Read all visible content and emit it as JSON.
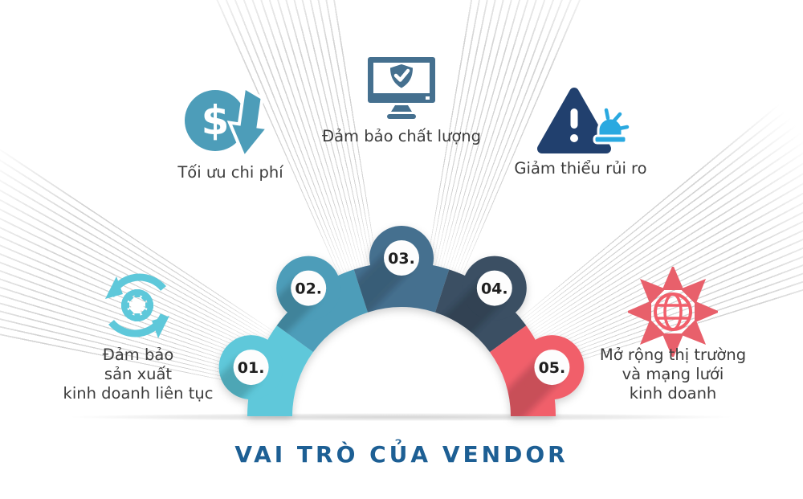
{
  "title": {
    "text": "VAI TRÒ CỦA VENDOR",
    "color": "#1d5f94"
  },
  "diagram": {
    "type": "semicircle-process",
    "steps_count": 5
  },
  "segments": [
    {
      "number": "01.",
      "color": "#5ec8da",
      "label_lines": [
        "Đảm bảo",
        "sản xuất",
        "kinh doanh liên tục"
      ],
      "icon": "production-cycle-icon"
    },
    {
      "number": "02.",
      "color": "#4d9db9",
      "label_lines": [
        "Tối ưu chi phí"
      ],
      "icon": "cost-optimization-icon"
    },
    {
      "number": "03.",
      "color": "#45708f",
      "label_lines": [
        "Đảm bảo chất lượng"
      ],
      "icon": "quality-monitor-shield-icon"
    },
    {
      "number": "04.",
      "color": "#3a4f63",
      "label_lines": [
        "Giảm thiểu rủi ro"
      ],
      "icon": "risk-warning-alarm-icon"
    },
    {
      "number": "05.",
      "color": "#f15f6b",
      "label_lines": [
        "Mở rộng thị trường",
        "và mạng lưới",
        "kinh doanh"
      ],
      "icon": "market-expansion-globe-icon"
    }
  ],
  "icon_colors": {
    "warning_triangle": "#21406e",
    "alarm_siren": "#2aa9e0",
    "dollar_symbol": "#ffffff",
    "shield_check": "#ffffff"
  },
  "number_circle_color": "#fdfdfd",
  "label_text_color": "#3c3c3c"
}
